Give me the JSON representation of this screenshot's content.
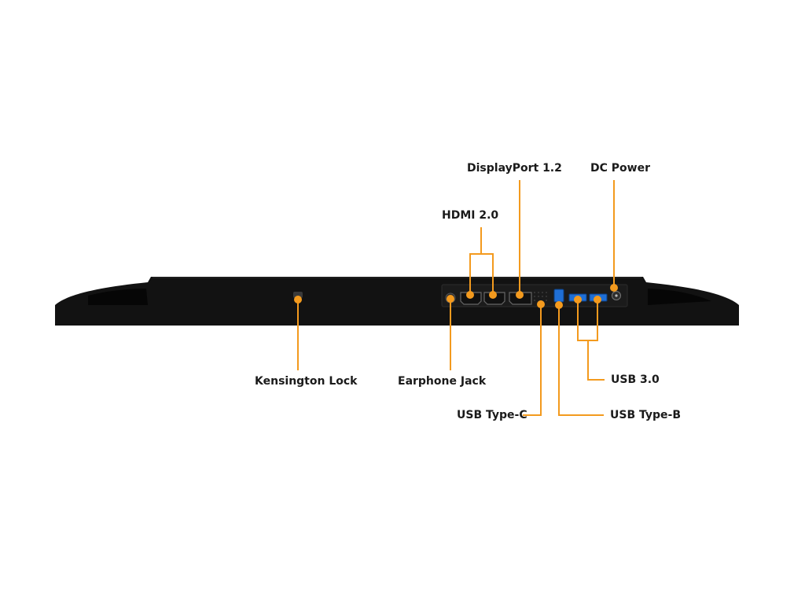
{
  "diagram": {
    "accent_color": "#f39a1e",
    "body_color": "#121212",
    "usb_port_color": "#1f6fd6",
    "callouts": {
      "displayport": "DisplayPort 1.2",
      "dc_power": "DC Power",
      "hdmi": "HDMI 2.0",
      "kensington_lock": "Kensington Lock",
      "earphone_jack": "Earphone Jack",
      "usb_30": "USB 3.0",
      "usb_type_c": "USB Type-C",
      "usb_type_b": "USB Type-B"
    }
  }
}
